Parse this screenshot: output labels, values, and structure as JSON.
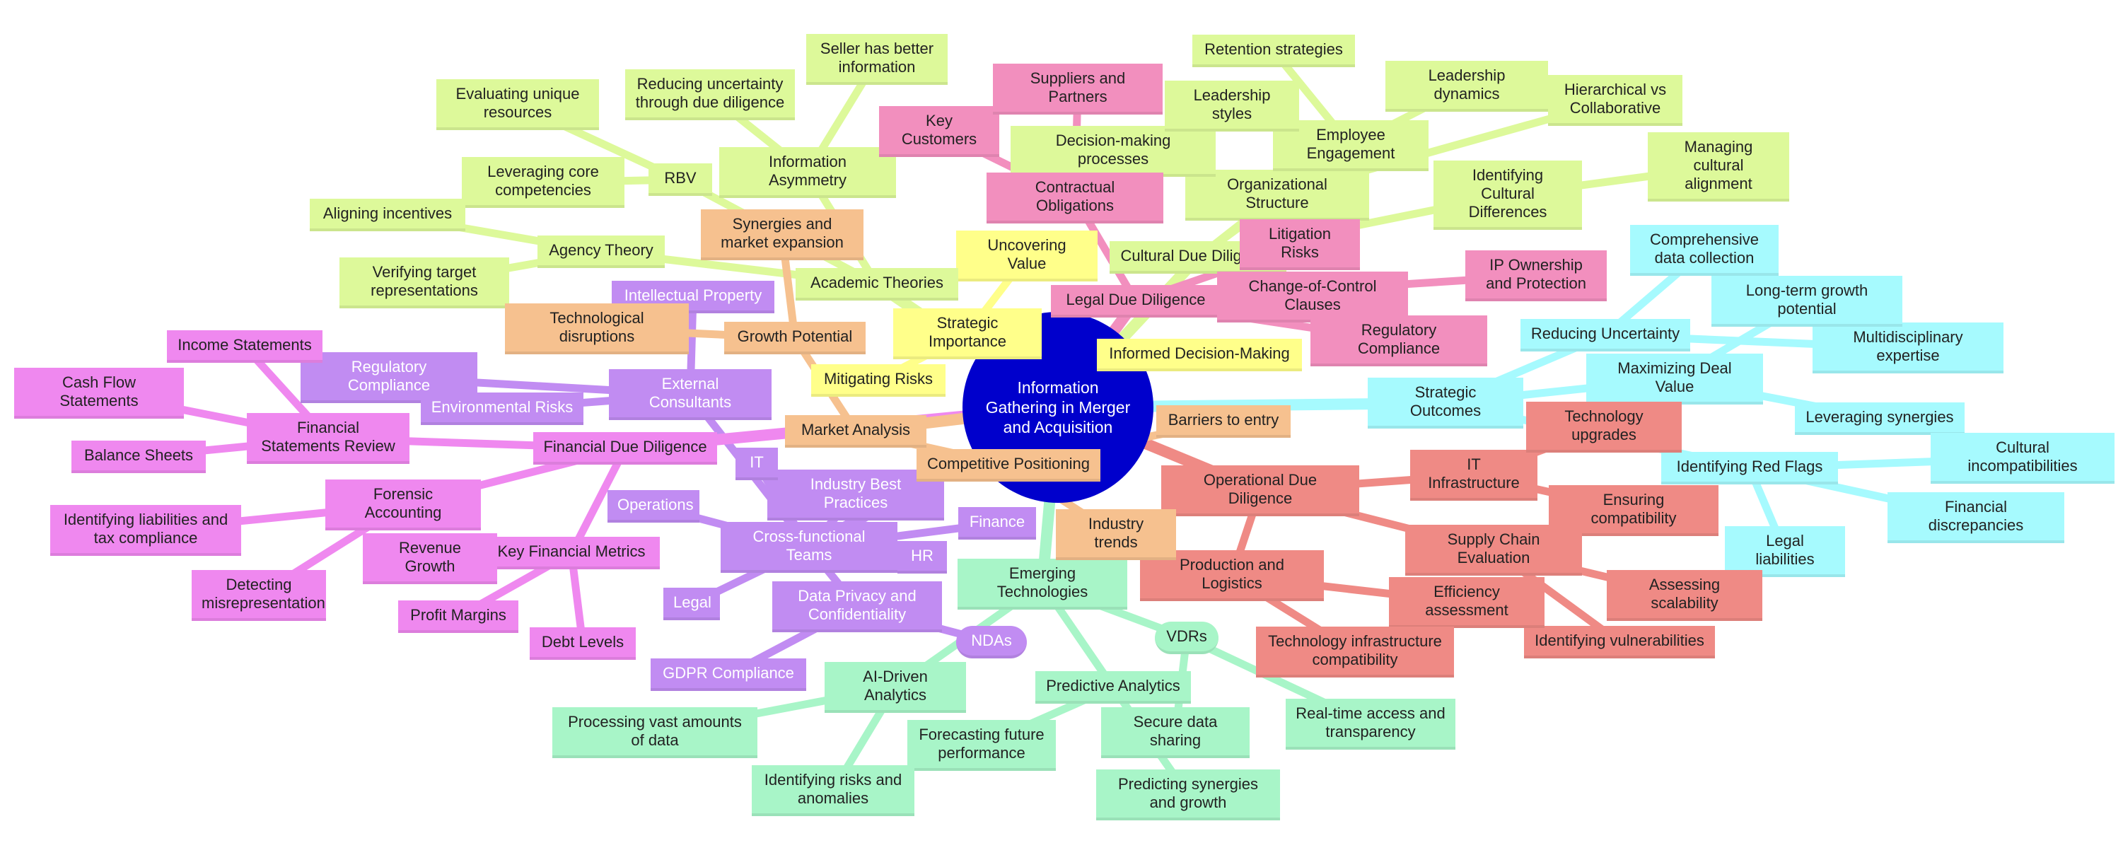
{
  "center": "Information Gathering in Merger and Acquisition",
  "colors": {
    "center": "#0000cc",
    "yellow": "#ffff8a",
    "lime": "#ddf99a",
    "pink": "#f28fbe",
    "cyan": "#a6fafe",
    "red": "#ef8a85",
    "green": "#a8f5c8",
    "purple": "#c18cf2",
    "magenta": "#ef88ef",
    "orange": "#f6c18f"
  },
  "nodes": [
    {
      "id": "strategic_importance",
      "label": "Strategic Importance",
      "color": "yellow",
      "parent": "center"
    },
    {
      "id": "uncovering_value",
      "label": "Uncovering Value",
      "color": "yellow",
      "parent": "strategic_importance"
    },
    {
      "id": "mitigating_risks",
      "label": "Mitigating Risks",
      "color": "yellow",
      "parent": "strategic_importance"
    },
    {
      "id": "informed_decision",
      "label": "Informed Decision-Making",
      "color": "yellow",
      "parent": "strategic_importance"
    },
    {
      "id": "academic_theories",
      "label": "Academic Theories",
      "color": "lime",
      "parent": "center"
    },
    {
      "id": "rbv",
      "label": "RBV",
      "color": "lime",
      "parent": "academic_theories"
    },
    {
      "id": "evaluating_unique",
      "label": "Evaluating unique resources",
      "color": "lime",
      "parent": "rbv"
    },
    {
      "id": "leveraging_core",
      "label": "Leveraging core competencies",
      "color": "lime",
      "parent": "rbv"
    },
    {
      "id": "agency_theory",
      "label": "Agency Theory",
      "color": "lime",
      "parent": "academic_theories"
    },
    {
      "id": "aligning_incentives",
      "label": "Aligning incentives",
      "color": "lime",
      "parent": "agency_theory"
    },
    {
      "id": "verifying_target",
      "label": "Verifying target representations",
      "color": "lime",
      "parent": "agency_theory"
    },
    {
      "id": "info_asymmetry",
      "label": "Information Asymmetry",
      "color": "lime",
      "parent": "academic_theories"
    },
    {
      "id": "reducing_uncertainty_dd",
      "label": "Reducing uncertainty through due diligence",
      "color": "lime",
      "parent": "info_asymmetry"
    },
    {
      "id": "seller_better",
      "label": "Seller has better information",
      "color": "lime",
      "parent": "info_asymmetry"
    },
    {
      "id": "cultural_dd",
      "label": "Cultural Due Diligence",
      "color": "lime",
      "parent": "center"
    },
    {
      "id": "org_structure",
      "label": "Organizational Structure",
      "color": "lime",
      "parent": "cultural_dd"
    },
    {
      "id": "decision_processes",
      "label": "Decision-making processes",
      "color": "lime",
      "parent": "org_structure"
    },
    {
      "id": "hierarchical",
      "label": "Hierarchical vs Collaborative",
      "color": "lime",
      "parent": "org_structure"
    },
    {
      "id": "employee_engagement",
      "label": "Employee Engagement",
      "color": "lime",
      "parent": "cultural_dd"
    },
    {
      "id": "retention",
      "label": "Retention strategies",
      "color": "lime",
      "parent": "employee_engagement"
    },
    {
      "id": "leadership_styles",
      "label": "Leadership styles",
      "color": "lime",
      "parent": "employee_engagement"
    },
    {
      "id": "leadership_dynamics",
      "label": "Leadership dynamics",
      "color": "lime",
      "parent": "employee_engagement"
    },
    {
      "id": "identifying_cultural",
      "label": "Identifying Cultural Differences",
      "color": "lime",
      "parent": "cultural_dd"
    },
    {
      "id": "managing_cultural",
      "label": "Managing cultural alignment",
      "color": "lime",
      "parent": "identifying_cultural"
    },
    {
      "id": "legal_dd",
      "label": "Legal Due Diligence",
      "color": "pink",
      "parent": "center"
    },
    {
      "id": "contractual",
      "label": "Contractual Obligations",
      "color": "pink",
      "parent": "legal_dd"
    },
    {
      "id": "key_customers",
      "label": "Key Customers",
      "color": "pink",
      "parent": "contractual"
    },
    {
      "id": "suppliers",
      "label": "Suppliers and Partners",
      "color": "pink",
      "parent": "contractual"
    },
    {
      "id": "litigation",
      "label": "Litigation Risks",
      "color": "pink",
      "parent": "legal_dd"
    },
    {
      "id": "change_control",
      "label": "Change-of-Control Clauses",
      "color": "pink",
      "parent": "legal_dd"
    },
    {
      "id": "ip_ownership",
      "label": "IP Ownership and Protection",
      "color": "pink",
      "parent": "legal_dd"
    },
    {
      "id": "reg_compliance_legal",
      "label": "Regulatory Compliance",
      "color": "pink",
      "parent": "legal_dd"
    },
    {
      "id": "strategic_outcomes",
      "label": "Strategic Outcomes",
      "color": "cyan",
      "parent": "center"
    },
    {
      "id": "reducing_uncertainty",
      "label": "Reducing Uncertainty",
      "color": "cyan",
      "parent": "strategic_outcomes"
    },
    {
      "id": "comprehensive_data",
      "label": "Comprehensive data collection",
      "color": "cyan",
      "parent": "reducing_uncertainty"
    },
    {
      "id": "multidisciplinary",
      "label": "Multidisciplinary expertise",
      "color": "cyan",
      "parent": "reducing_uncertainty"
    },
    {
      "id": "maximizing_deal",
      "label": "Maximizing Deal Value",
      "color": "cyan",
      "parent": "strategic_outcomes"
    },
    {
      "id": "long_term_growth",
      "label": "Long-term growth potential",
      "color": "cyan",
      "parent": "maximizing_deal"
    },
    {
      "id": "leveraging_synergies",
      "label": "Leveraging synergies",
      "color": "cyan",
      "parent": "maximizing_deal"
    },
    {
      "id": "red_flags",
      "label": "Identifying Red Flags",
      "color": "cyan",
      "parent": "strategic_outcomes"
    },
    {
      "id": "cultural_incompat",
      "label": "Cultural incompatibilities",
      "color": "cyan",
      "parent": "red_flags"
    },
    {
      "id": "financial_discrep",
      "label": "Financial discrepancies",
      "color": "cyan",
      "parent": "red_flags"
    },
    {
      "id": "legal_liabilities",
      "label": "Legal liabilities",
      "color": "cyan",
      "parent": "red_flags"
    },
    {
      "id": "operational_dd",
      "label": "Operational Due Diligence",
      "color": "red",
      "parent": "center"
    },
    {
      "id": "it_infrastructure",
      "label": "IT Infrastructure",
      "color": "red",
      "parent": "operational_dd"
    },
    {
      "id": "tech_upgrades",
      "label": "Technology upgrades",
      "color": "red",
      "parent": "it_infrastructure"
    },
    {
      "id": "ensuring_compat",
      "label": "Ensuring compatibility",
      "color": "red",
      "parent": "it_infrastructure"
    },
    {
      "id": "supply_chain",
      "label": "Supply Chain Evaluation",
      "color": "red",
      "parent": "operational_dd"
    },
    {
      "id": "assessing_scal",
      "label": "Assessing scalability",
      "color": "red",
      "parent": "supply_chain"
    },
    {
      "id": "identifying_vuln",
      "label": "Identifying vulnerabilities",
      "color": "red",
      "parent": "supply_chain"
    },
    {
      "id": "production_logistics",
      "label": "Production and Logistics",
      "color": "red",
      "parent": "operational_dd"
    },
    {
      "id": "efficiency",
      "label": "Efficiency assessment",
      "color": "red",
      "parent": "production_logistics"
    },
    {
      "id": "tech_infra_compat",
      "label": "Technology infrastructure compatibility",
      "color": "red",
      "parent": "production_logistics"
    },
    {
      "id": "emerging_tech",
      "label": "Emerging Technologies",
      "color": "green",
      "parent": "center"
    },
    {
      "id": "vdrs",
      "label": "VDRs",
      "color": "green",
      "parent": "emerging_tech",
      "pill": true
    },
    {
      "id": "realtime_access",
      "label": "Real-time access and transparency",
      "color": "green",
      "parent": "vdrs"
    },
    {
      "id": "secure_sharing",
      "label": "Secure data sharing",
      "color": "green",
      "parent": "vdrs"
    },
    {
      "id": "predictive_analytics",
      "label": "Predictive Analytics",
      "color": "green",
      "parent": "emerging_tech"
    },
    {
      "id": "forecasting",
      "label": "Forecasting future performance",
      "color": "green",
      "parent": "predictive_analytics"
    },
    {
      "id": "predicting_synergies",
      "label": "Predicting synergies and growth",
      "color": "green",
      "parent": "predictive_analytics"
    },
    {
      "id": "ai_analytics",
      "label": "AI-Driven Analytics",
      "color": "green",
      "parent": "emerging_tech"
    },
    {
      "id": "processing_vast",
      "label": "Processing vast amounts of data",
      "color": "green",
      "parent": "ai_analytics"
    },
    {
      "id": "identifying_risks",
      "label": "Identifying risks and anomalies",
      "color": "green",
      "parent": "ai_analytics"
    },
    {
      "id": "cross_functional",
      "label": "Cross-functional Teams",
      "color": "purple",
      "parent": "center",
      "dark": true
    },
    {
      "id": "industry_best",
      "label": "Industry Best Practices",
      "color": "purple",
      "parent": "cross_functional",
      "dark": true
    },
    {
      "id": "it_team",
      "label": "IT",
      "color": "purple",
      "parent": "cross_functional",
      "dark": true
    },
    {
      "id": "operations_team",
      "label": "Operations",
      "color": "purple",
      "parent": "cross_functional",
      "dark": true
    },
    {
      "id": "finance_team",
      "label": "Finance",
      "color": "purple",
      "parent": "cross_functional",
      "dark": true
    },
    {
      "id": "hr_team",
      "label": "HR",
      "color": "purple",
      "parent": "cross_functional",
      "dark": true
    },
    {
      "id": "legal_team",
      "label": "Legal",
      "color": "purple",
      "parent": "cross_functional",
      "dark": true
    },
    {
      "id": "external_consultants",
      "label": "External Consultants",
      "color": "purple",
      "parent": "cross_functional",
      "dark": true
    },
    {
      "id": "intellectual_property",
      "label": "Intellectual Property",
      "color": "purple",
      "parent": "external_consultants",
      "dark": true
    },
    {
      "id": "reg_compliance_ext",
      "label": "Regulatory Compliance",
      "color": "purple",
      "parent": "external_consultants",
      "dark": true
    },
    {
      "id": "environmental_risks",
      "label": "Environmental Risks",
      "color": "purple",
      "parent": "external_consultants",
      "dark": true
    },
    {
      "id": "data_privacy",
      "label": "Data Privacy and Confidentiality",
      "color": "purple",
      "parent": "cross_functional",
      "dark": true
    },
    {
      "id": "ndas",
      "label": "NDAs",
      "color": "purple",
      "parent": "data_privacy",
      "dark": true,
      "pill": true
    },
    {
      "id": "gdpr",
      "label": "GDPR Compliance",
      "color": "purple",
      "parent": "data_privacy",
      "dark": true
    },
    {
      "id": "financial_dd",
      "label": "Financial Due Diligence",
      "color": "magenta",
      "parent": "center"
    },
    {
      "id": "fin_statements",
      "label": "Financial Statements Review",
      "color": "magenta",
      "parent": "financial_dd"
    },
    {
      "id": "income_statements",
      "label": "Income Statements",
      "color": "magenta",
      "parent": "fin_statements"
    },
    {
      "id": "cash_flow",
      "label": "Cash Flow Statements",
      "color": "magenta",
      "parent": "fin_statements"
    },
    {
      "id": "balance_sheets",
      "label": "Balance Sheets",
      "color": "magenta",
      "parent": "fin_statements"
    },
    {
      "id": "forensic",
      "label": "Forensic Accounting",
      "color": "magenta",
      "parent": "financial_dd"
    },
    {
      "id": "identifying_liabilities",
      "label": "Identifying liabilities and tax compliance",
      "color": "magenta",
      "parent": "forensic"
    },
    {
      "id": "detecting_misrep",
      "label": "Detecting misrepresentation",
      "color": "magenta",
      "parent": "forensic"
    },
    {
      "id": "key_metrics",
      "label": "Key Financial Metrics",
      "color": "magenta",
      "parent": "financial_dd"
    },
    {
      "id": "revenue_growth",
      "label": "Revenue Growth",
      "color": "magenta",
      "parent": "key_metrics"
    },
    {
      "id": "profit_margins",
      "label": "Profit Margins",
      "color": "magenta",
      "parent": "key_metrics"
    },
    {
      "id": "debt_levels",
      "label": "Debt Levels",
      "color": "magenta",
      "parent": "key_metrics"
    },
    {
      "id": "market_analysis",
      "label": "Market Analysis",
      "color": "orange",
      "parent": "center"
    },
    {
      "id": "growth_potential",
      "label": "Growth Potential",
      "color": "orange",
      "parent": "market_analysis"
    },
    {
      "id": "synergies_expansion",
      "label": "Synergies and market expansion",
      "color": "orange",
      "parent": "growth_potential"
    },
    {
      "id": "tech_disruptions",
      "label": "Technological disruptions",
      "color": "orange",
      "parent": "growth_potential"
    },
    {
      "id": "competitive_positioning",
      "label": "Competitive Positioning",
      "color": "orange",
      "parent": "market_analysis"
    },
    {
      "id": "barriers_entry",
      "label": "Barriers to entry",
      "color": "orange",
      "parent": "competitive_positioning"
    },
    {
      "id": "industry_trends",
      "label": "Industry trends",
      "color": "orange",
      "parent": "competitive_positioning"
    }
  ]
}
